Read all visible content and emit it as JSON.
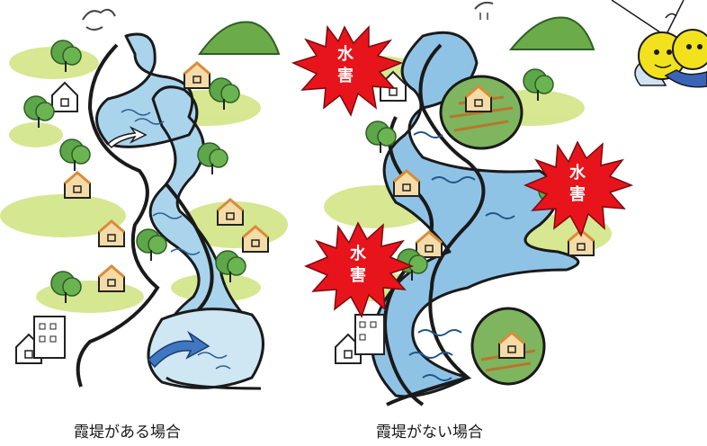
{
  "scenes": {
    "with_levee": {
      "caption": "霞堤がある場合"
    },
    "without_levee": {
      "caption": "霞堤がない場合"
    }
  },
  "bursts": [
    {
      "line1": "水",
      "line2": "害"
    },
    {
      "line1": "水",
      "line2": "害"
    },
    {
      "line1": "水",
      "line2": "害"
    }
  ],
  "colors": {
    "burst_fill": "#e8141c",
    "burst_text": "#ffffff",
    "river": "#a9d4ec",
    "river_dark": "#4f8fc7",
    "greenery": "#c9df6e",
    "tree": "#5da64a",
    "hill": "#6cab4a",
    "mascot": "#f2e21e"
  }
}
